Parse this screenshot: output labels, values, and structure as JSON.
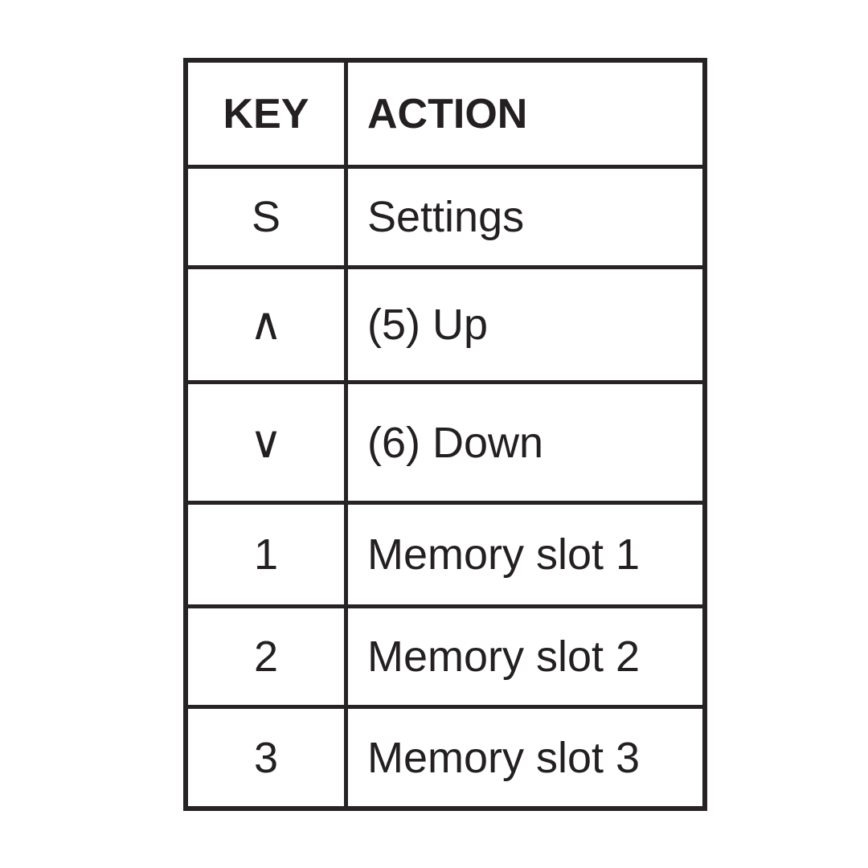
{
  "table": {
    "columns": [
      {
        "label": "KEY"
      },
      {
        "label": "ACTION"
      }
    ],
    "rows": [
      {
        "key": "S",
        "action": "Settings"
      },
      {
        "key": "∧",
        "action": "(5) Up"
      },
      {
        "key": "∨",
        "action": "(6) Down"
      },
      {
        "key": "1",
        "action": "Memory slot 1"
      },
      {
        "key": "2",
        "action": "Memory slot 2"
      },
      {
        "key": "3",
        "action": "Memory slot 3"
      }
    ]
  },
  "colors": {
    "text": "#242021",
    "border": "#272324",
    "background": "#ffffff"
  }
}
